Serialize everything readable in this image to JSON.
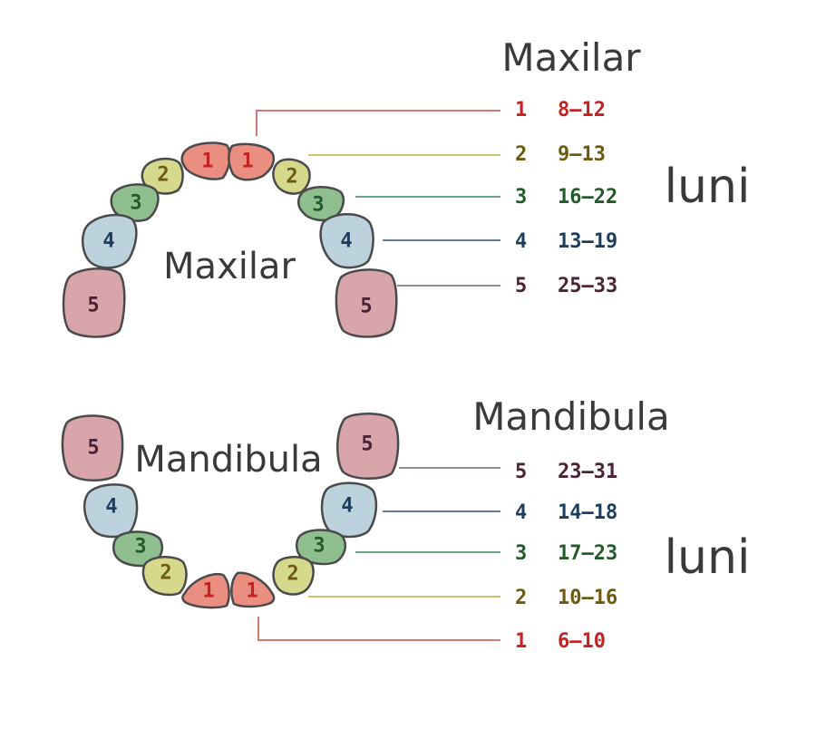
{
  "colors": {
    "t1": {
      "fill": "#e98e80",
      "text": "#c42323",
      "line": "#d57a72"
    },
    "t2": {
      "fill": "#d6d98c",
      "text": "#6b5a10",
      "line": "#c8c46a"
    },
    "t3": {
      "fill": "#8fbf8f",
      "text": "#245a2c",
      "line": "#6aa688"
    },
    "t4": {
      "fill": "#bcd3de",
      "text": "#1e3d5c",
      "line": "#5f7f8e"
    },
    "t5": {
      "fill": "#d8a6aa",
      "text": "#4a2233",
      "line": "#9a8896"
    }
  },
  "labels": {
    "unit_upper": "luni",
    "unit_lower": "luni"
  },
  "maxilar": {
    "heading": "Maxilar",
    "arch_label": "Maxilar",
    "teeth": [
      {
        "number": "1",
        "type": "t1"
      },
      {
        "number": "2",
        "type": "t2"
      },
      {
        "number": "3",
        "type": "t3"
      },
      {
        "number": "4",
        "type": "t4"
      },
      {
        "number": "5",
        "type": "t5"
      }
    ],
    "legend": [
      {
        "number": "1",
        "range": "8–12",
        "type": "t1"
      },
      {
        "number": "2",
        "range": "9–13",
        "type": "t2"
      },
      {
        "number": "3",
        "range": "16–22",
        "type": "t3"
      },
      {
        "number": "4",
        "range": "13–19",
        "type": "t4"
      },
      {
        "number": "5",
        "range": "25–33",
        "type": "t5"
      }
    ]
  },
  "mandibula": {
    "heading": "Mandibula",
    "arch_label": "Mandibula",
    "teeth": [
      {
        "number": "5",
        "type": "t5"
      },
      {
        "number": "4",
        "type": "t4"
      },
      {
        "number": "3",
        "type": "t3"
      },
      {
        "number": "2",
        "type": "t2"
      },
      {
        "number": "1",
        "type": "t1"
      }
    ],
    "legend": [
      {
        "number": "5",
        "range": "23–31",
        "type": "t5"
      },
      {
        "number": "4",
        "range": "14–18",
        "type": "t4"
      },
      {
        "number": "3",
        "range": "17–23",
        "type": "t3"
      },
      {
        "number": "2",
        "range": "10–16",
        "type": "t2"
      },
      {
        "number": "1",
        "range": "6–10",
        "type": "t1"
      }
    ]
  }
}
